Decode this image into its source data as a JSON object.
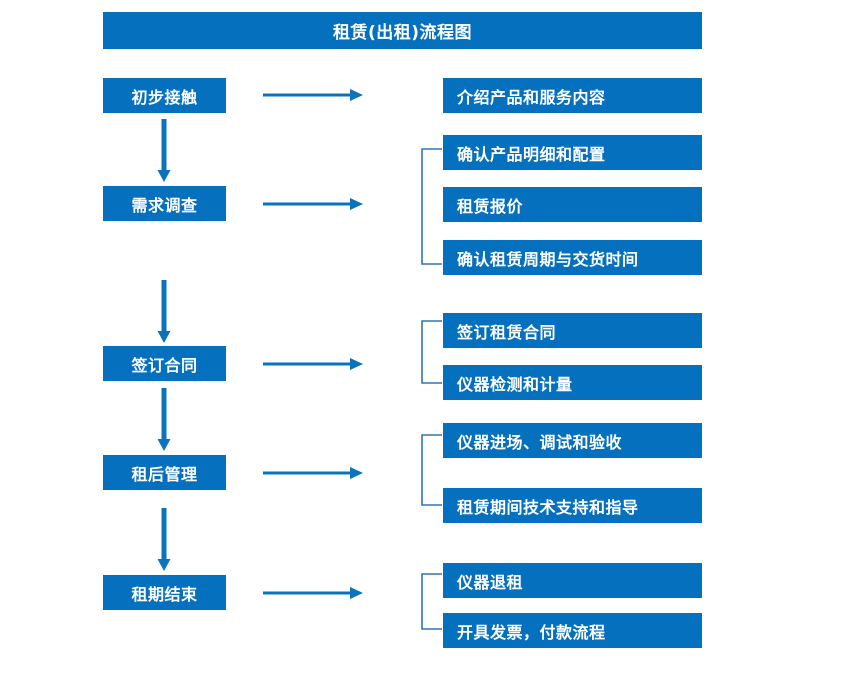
{
  "diagram": {
    "title": "租赁(出租)流程图",
    "accent_color": "#0571BE",
    "background_color": "#FFFFFF",
    "text_color": "#FFFFFF"
  },
  "stages": [
    {
      "id": "stage-1",
      "label": "初步接触"
    },
    {
      "id": "stage-2",
      "label": "需求调查"
    },
    {
      "id": "stage-3",
      "label": "签订合同"
    },
    {
      "id": "stage-4",
      "label": "租后管理"
    },
    {
      "id": "stage-5",
      "label": "租期结束"
    }
  ],
  "details": [
    {
      "id": "detail-1",
      "label": "介绍产品和服务内容"
    },
    {
      "id": "detail-2",
      "label": "确认产品明细和配置"
    },
    {
      "id": "detail-3",
      "label": "租赁报价"
    },
    {
      "id": "detail-4",
      "label": "确认租赁周期与交货时间"
    },
    {
      "id": "detail-5",
      "label": "签订租赁合同"
    },
    {
      "id": "detail-6",
      "label": "仪器检测和计量"
    },
    {
      "id": "detail-7",
      "label": "仪器进场、调试和验收"
    },
    {
      "id": "detail-8",
      "label": "租赁期间技术支持和指导"
    },
    {
      "id": "detail-9",
      "label": "仪器退租"
    },
    {
      "id": "detail-10",
      "label": "开具发票，付款流程"
    }
  ],
  "connectors": {
    "horizontal_arrow_count": 5,
    "vertical_arrow_count": 4,
    "bracket_count": 4
  }
}
